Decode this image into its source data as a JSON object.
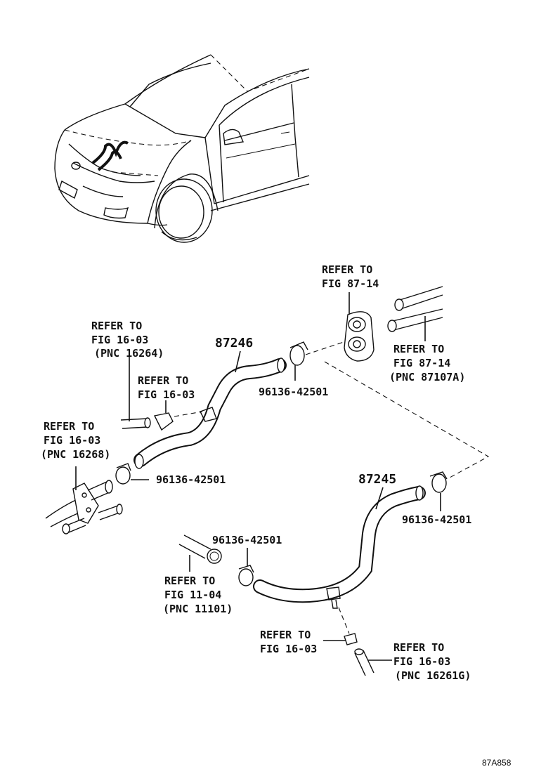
{
  "figure_code": "87A858",
  "parts": {
    "hose_upper": "87246",
    "hose_lower": "87245",
    "clamp_1": "96136-42501",
    "clamp_2": "96136-42501",
    "clamp_3": "96136-42501",
    "clamp_4": "96136-42501"
  },
  "refs": {
    "ref_fig_87_14_top": {
      "line1": "REFER TO",
      "line2": "FIG 87-14"
    },
    "ref_fig_87_14_right": {
      "line1": "REFER TO",
      "line2": "FIG 87-14",
      "line3": "(PNC 87107A)"
    },
    "ref_fig_16_03_pnc16264": {
      "line1": "REFER TO",
      "line2": "FIG 16-03",
      "line3": "(PNC 16264)"
    },
    "ref_fig_16_03_mid": {
      "line1": "REFER TO",
      "line2": "FIG 16-03"
    },
    "ref_fig_16_03_pnc16268": {
      "line1": "REFER TO",
      "line2": "FIG 16-03",
      "line3": "(PNC 16268)"
    },
    "ref_fig_11_04_pnc11101": {
      "line1": "REFER TO",
      "line2": "FIG 11-04",
      "line3": "(PNC 11101)"
    },
    "ref_fig_16_03_bottom": {
      "line1": "REFER TO",
      "line2": "FIG 16-03"
    },
    "ref_fig_16_03_pnc16261g": {
      "line1": "REFER TO",
      "line2": "FIG 16-03",
      "line3": "(PNC 16261G)"
    }
  }
}
